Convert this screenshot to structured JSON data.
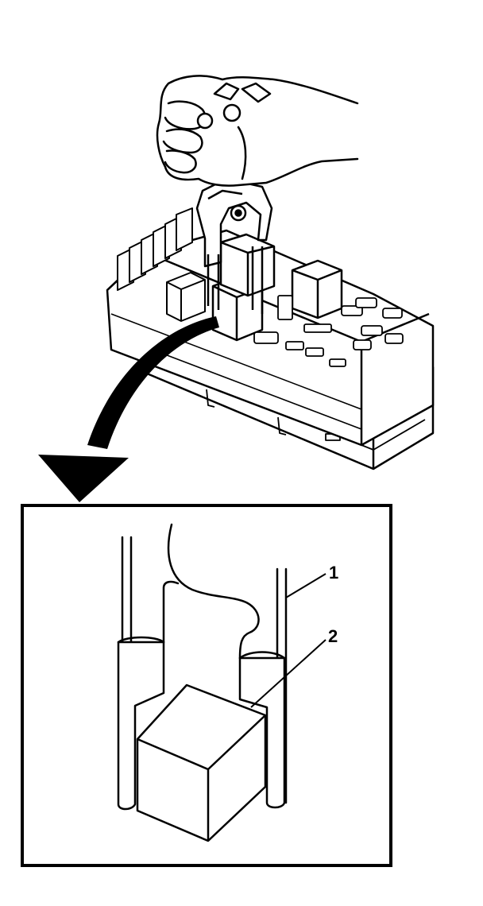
{
  "figure": {
    "callouts": [
      {
        "id": "1",
        "text": "1"
      },
      {
        "id": "2",
        "text": "2"
      }
    ],
    "colors": {
      "line": "#000000",
      "background": "#ffffff"
    },
    "icons": [
      "hand-icon",
      "relay-puller-tool-icon",
      "fuse-block-icon",
      "downward-curved-arrow-icon",
      "relay-icon"
    ]
  }
}
